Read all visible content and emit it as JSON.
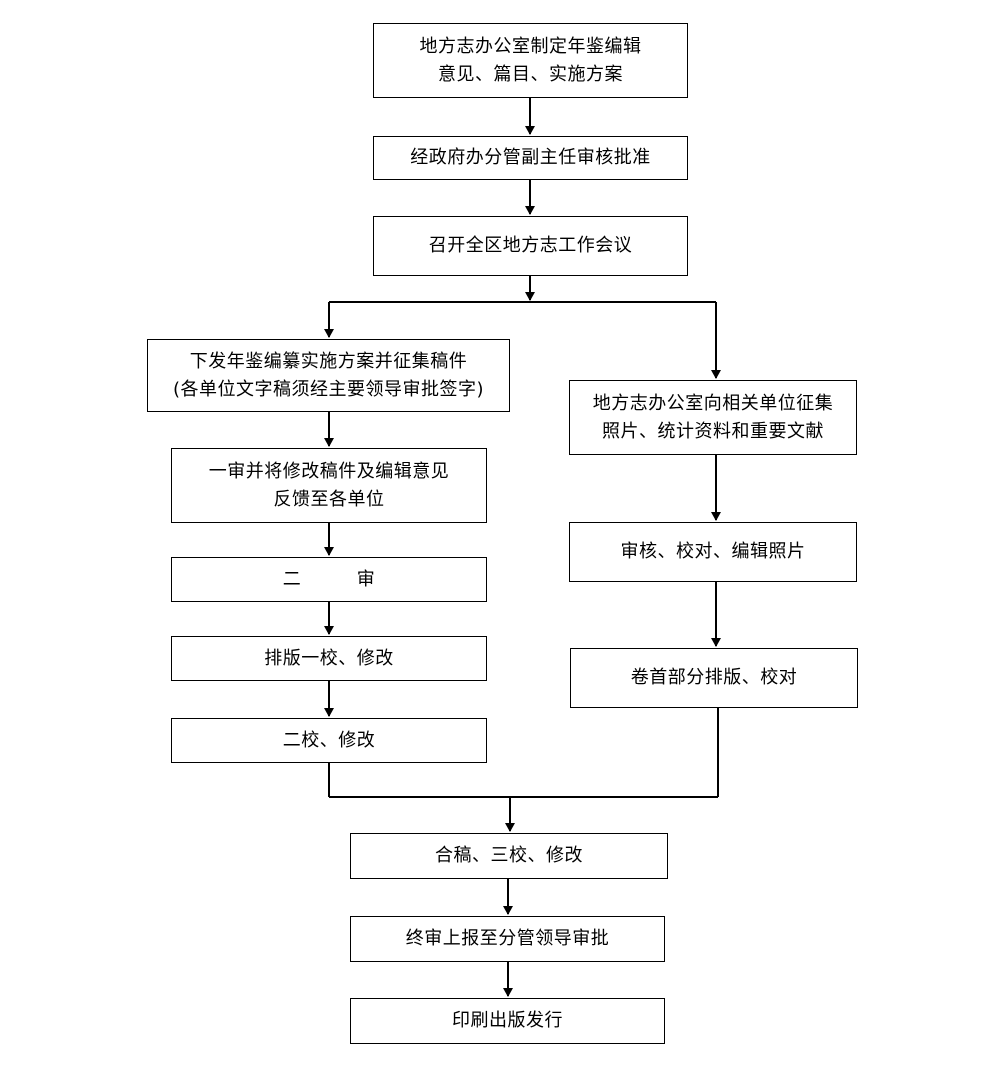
{
  "nodes": {
    "n1": {
      "line1": "地方志办公室制定年鉴编辑",
      "line2": "意见、篇目、实施方案"
    },
    "n2": {
      "line1": "经政府办分管副主任审核批准"
    },
    "n3": {
      "line1": "召开全区地方志工作会议"
    },
    "l1": {
      "line1": "下发年鉴编纂实施方案并征集稿件",
      "line2": "(各单位文字稿须经主要领导审批签字)"
    },
    "l2": {
      "line1": "一审并将修改稿件及编辑意见",
      "line2": "反馈至各单位"
    },
    "l3": {
      "line1": "二　　　审"
    },
    "l4": {
      "line1": "排版一校、修改"
    },
    "l5": {
      "line1": "二校、修改"
    },
    "r1": {
      "line1": "地方志办公室向相关单位征集",
      "line2": "照片、统计资料和重要文献"
    },
    "r2": {
      "line1": "审核、校对、编辑照片"
    },
    "r3": {
      "line1": "卷首部分排版、校对"
    },
    "m1": {
      "line1": "合稿、三校、修改"
    },
    "m2": {
      "line1": "终审上报至分管领导审批"
    },
    "m3": {
      "line1": "印刷出版发行"
    }
  },
  "colors": {
    "stroke": "#000000",
    "background": "#ffffff"
  }
}
